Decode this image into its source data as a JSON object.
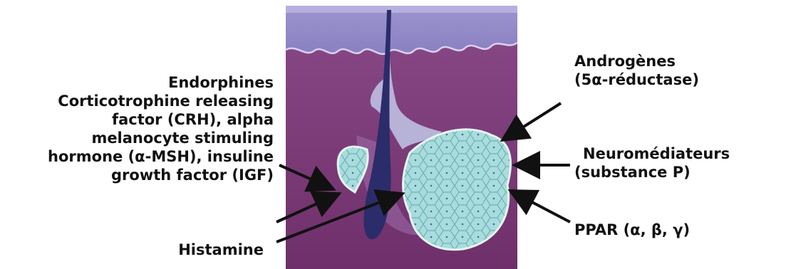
{
  "labels": {
    "left_block": [
      "Endorphines",
      "Corticotrophine releasing",
      "factor (CRH), alpha",
      "melanocyte stimuling",
      "hormone (α-MSH), insuline",
      "growth factor (IGF)"
    ],
    "histamine": "Histamine",
    "androgenes": [
      "Androgènes",
      "(5α-réductase)"
    ],
    "neuromediateurs": [
      "Neuromédiateurs",
      "(substance P)"
    ],
    "ppar": "PPAR (α, β, γ)"
  },
  "colors": {
    "skin_top": "#8f86c4",
    "dermis": "#7e3f7c",
    "gland_fill": "#a9ddde",
    "gland_cells": "#6fb9c0",
    "arrow": "#111111"
  }
}
